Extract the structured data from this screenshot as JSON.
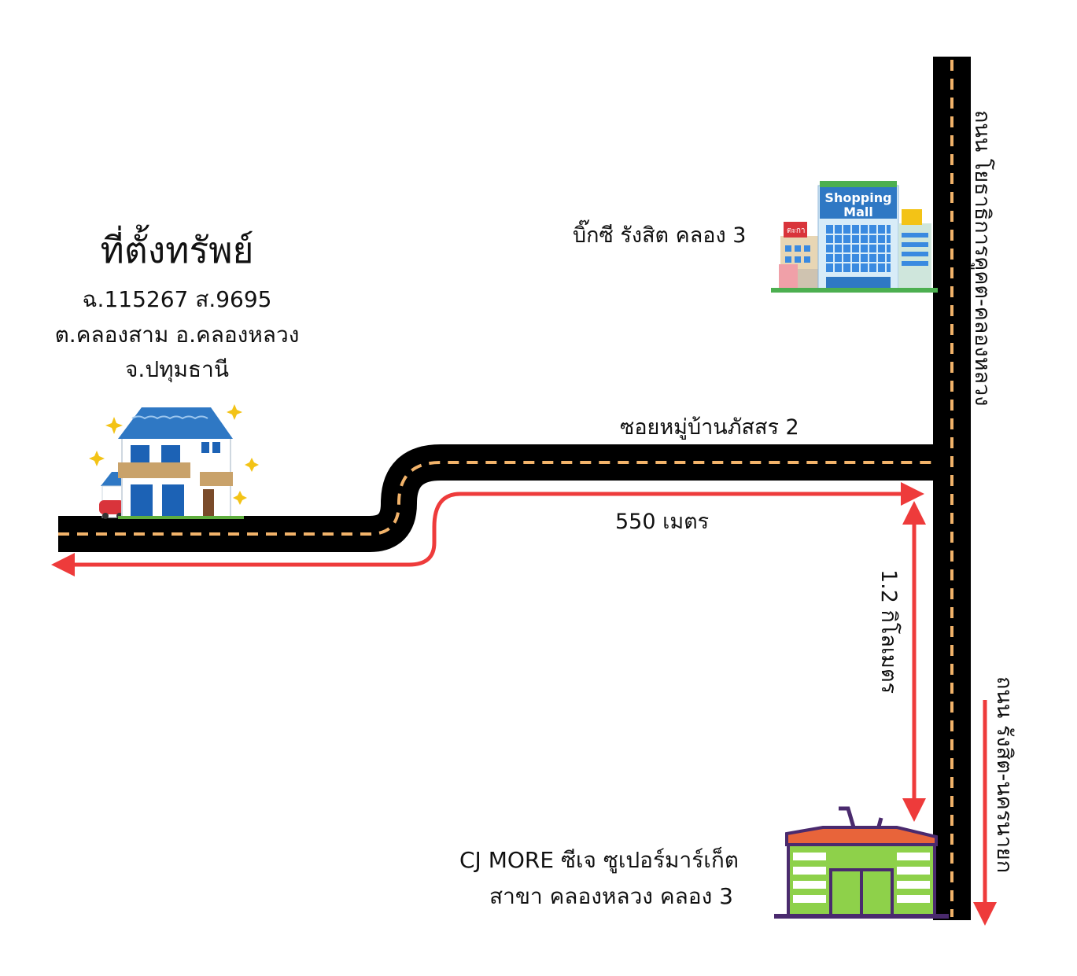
{
  "property": {
    "title": "ที่ตั้งทรัพย์",
    "deed": "ฉ.115267 ส.9695",
    "subdistrict_district": "ต.คลองสาม อ.คลองหลวง",
    "province": "จ.ปทุมธานี"
  },
  "landmarks": {
    "bigc": "บิ๊กซี รังสิต คลอง 3",
    "mall_sign_line1": "Shopping",
    "mall_sign_line2": "Mall",
    "mall_small_sign": "ตะกา",
    "cj_line1": "CJ MORE ซีเจ ซูเปอร์มาร์เก็ต",
    "cj_line2": "สาขา คลองหลวง คลอง 3"
  },
  "roads": {
    "soi": "ซอยหมู่บ้านภัสสร 2",
    "main_road": "ถนน โยธาธิการคูคต-คลองหลวง",
    "second_road": "ถนน รังสิต-นครนายก"
  },
  "distances": {
    "soi_distance": "550 เมตร",
    "main_road_distance": "1.2 กิโลเมตร"
  },
  "colors": {
    "road": "#000000",
    "lane_marking": "#f2b36a",
    "route_arrow": "#ee3b3b",
    "house_roof": "#2f78c4",
    "house_wall": "#ffffff",
    "mall_blue": "#3a8ae0",
    "cj_green": "#8ed14a",
    "cj_purple": "#4a2a6e"
  },
  "icons": {
    "house": "house-icon",
    "mall": "shopping-mall-icon",
    "store": "supermarket-icon",
    "car": "car-icon"
  }
}
